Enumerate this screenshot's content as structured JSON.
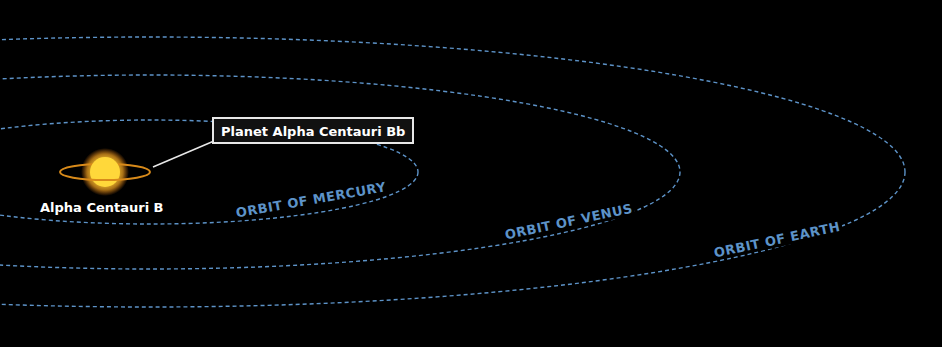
{
  "diagram": {
    "nodes": [
      {
        "text": [
          "Planet Alpha Centauri Bb"
        ]
      }
    ],
    "labels": [
      "Alpha Centauri B",
      "ORBIT OF MERCURY",
      "ORBIT OF VENUS",
      "ORBIT OF EARTH"
    ]
  }
}
